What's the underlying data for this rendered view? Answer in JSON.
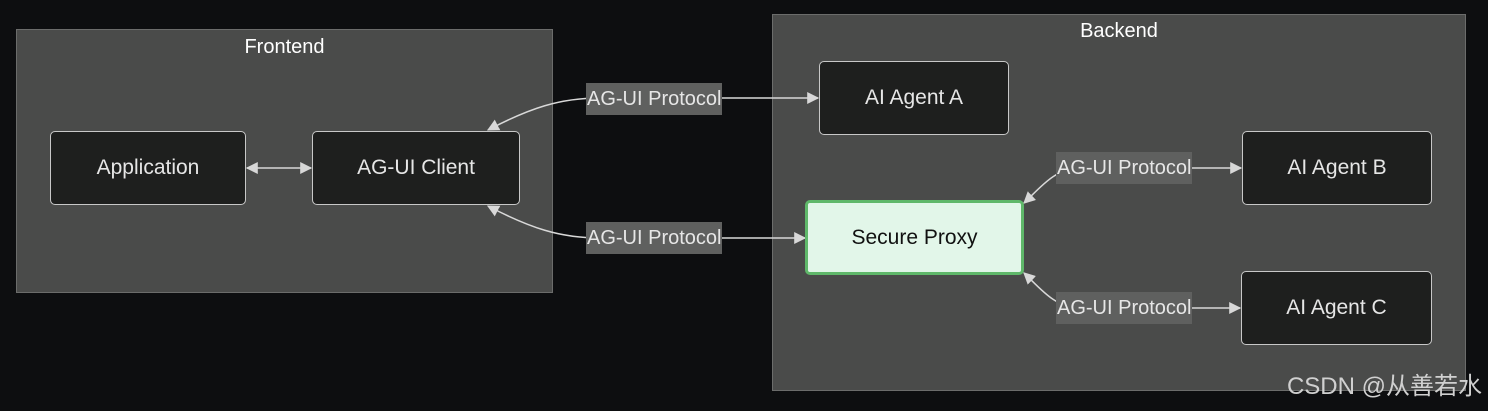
{
  "groups": {
    "frontend": {
      "title": "Frontend"
    },
    "backend": {
      "title": "Backend"
    }
  },
  "nodes": {
    "application": "Application",
    "agui_client": "AG-UI Client",
    "agent_a": "AI Agent A",
    "secure_proxy": "Secure Proxy",
    "agent_b": "AI Agent B",
    "agent_c": "AI Agent C"
  },
  "edge_labels": {
    "client_agent_a": "AG-UI Protocol",
    "client_proxy": "AG-UI Protocol",
    "proxy_agent_b": "AG-UI Protocol",
    "proxy_agent_c": "AG-UI Protocol"
  },
  "colors": {
    "group_fill": "#4a4b4a",
    "node_fill": "#1e1f1e",
    "proxy_fill": "#e2f6e9",
    "proxy_border": "#5fb86a",
    "edge": "#d8d8d8"
  },
  "watermark": "CSDN @从善若水"
}
